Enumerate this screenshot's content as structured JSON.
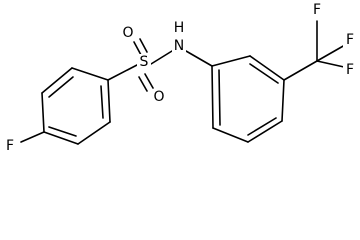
{
  "molecule": {
    "atoms": {
      "fluorine_ring": "F",
      "sulfur": "S",
      "oxygen_top": "O",
      "oxygen_bottom": "O",
      "nh_nitrogen": "N",
      "nh_hydrogen": "H",
      "cf3_f_top": "F",
      "cf3_f_right_top": "F",
      "cf3_f_right_bottom": "F"
    }
  }
}
